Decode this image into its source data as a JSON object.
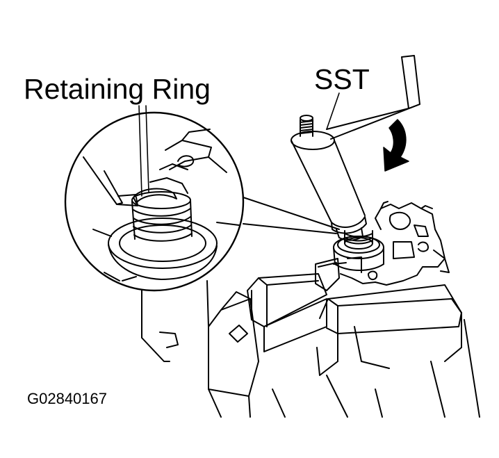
{
  "labels": {
    "retaining_ring": "Retaining Ring",
    "sst": "SST",
    "figure_code": "G02840167"
  },
  "colors": {
    "ink": "#000000",
    "paper": "#ffffff"
  },
  "icons": {
    "rotation_arrow": "curved-arrow-down"
  }
}
